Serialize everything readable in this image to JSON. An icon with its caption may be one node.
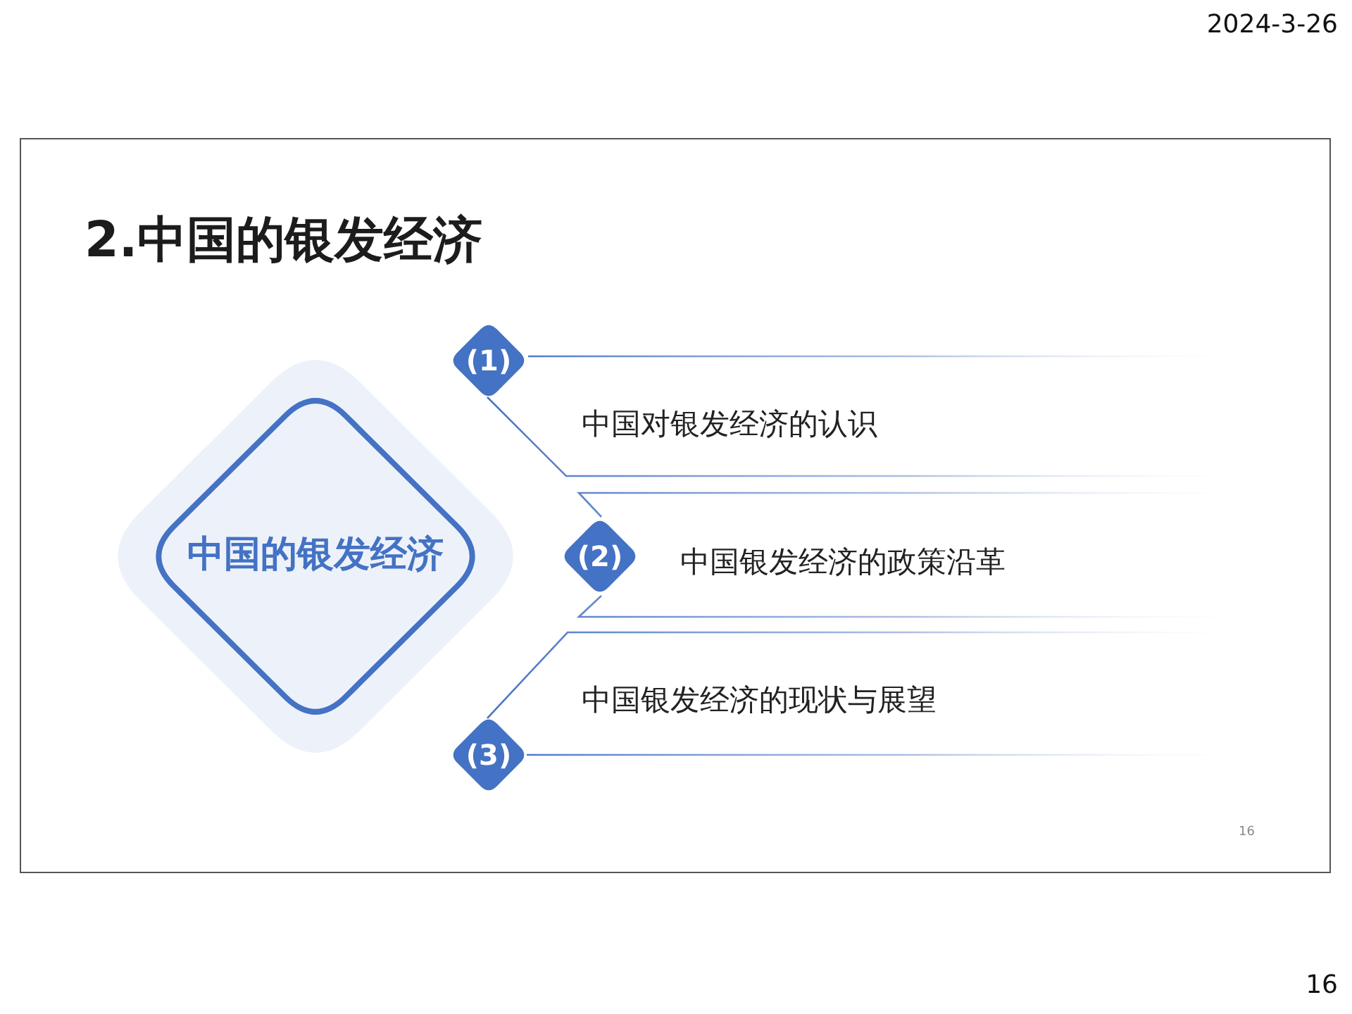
{
  "diagram": {
    "title": "2.中国的银发经济",
    "nodes": [
      {
        "text": [],
        "shape": "diamond"
      },
      {
        "text": [
          "中国的银发经济"
        ],
        "in": 0
      },
      {
        "text": [
          "(1)"
        ],
        "beside": [
          "中国对银发经济的认识"
        ]
      },
      {
        "text": [
          "(2)"
        ],
        "beside": [
          "中国银发经济的政策沿革"
        ]
      },
      {
        "text": [
          "(3)"
        ],
        "beside": [
          "中国银发经济的现状与展望"
        ]
      }
    ],
    "labels": [
      "2024-3-26",
      "16",
      "16"
    ]
  }
}
